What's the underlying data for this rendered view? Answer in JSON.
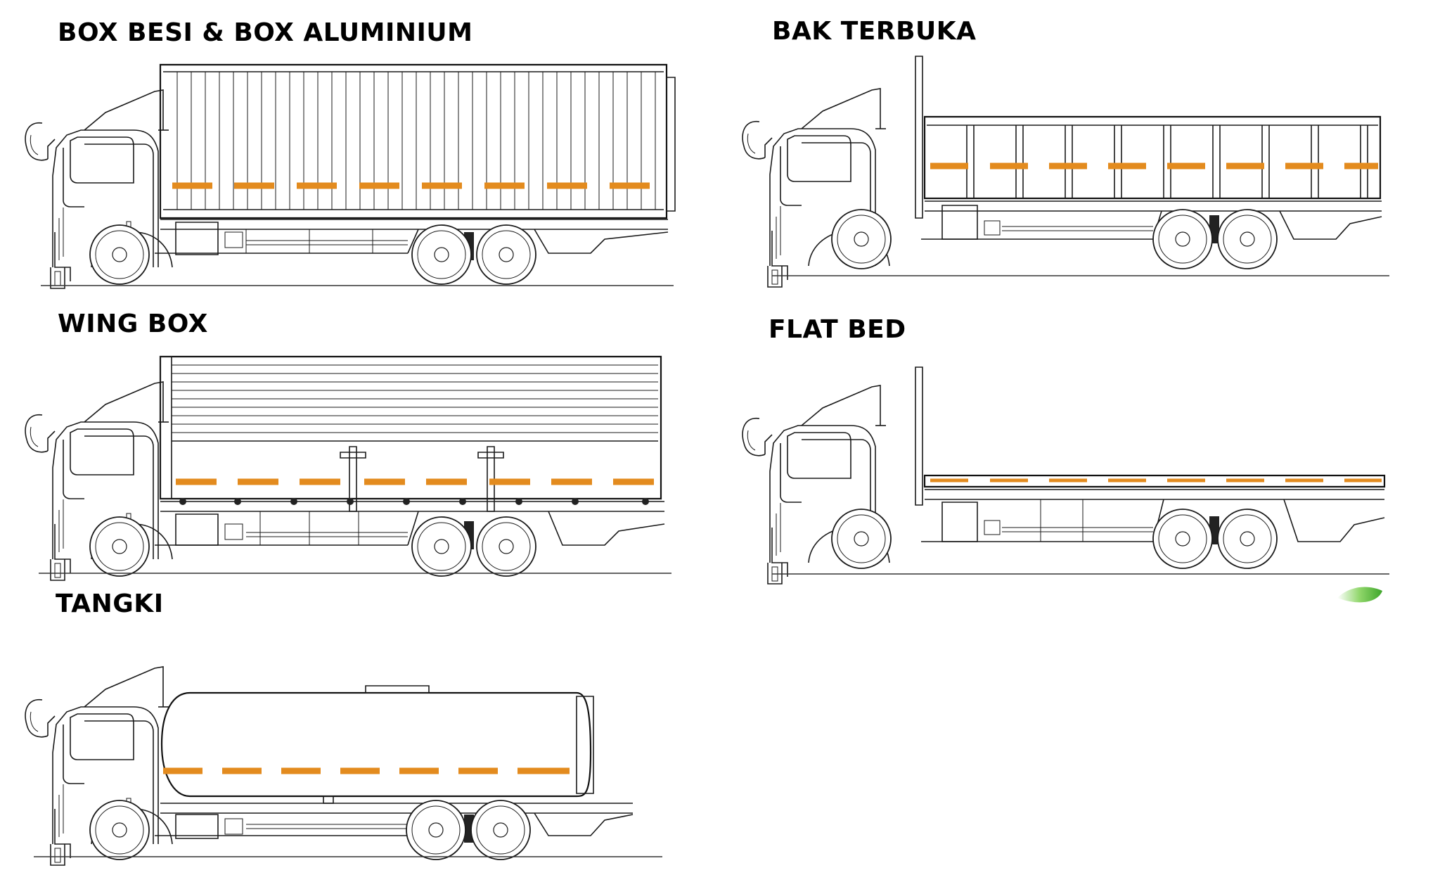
{
  "diagrams": {
    "box": {
      "title": "BOX BESI & BOX ALUMINIUM"
    },
    "bak": {
      "title": "BAK TERBUKA"
    },
    "wing": {
      "title": "WING BOX"
    },
    "flat": {
      "title": "FLAT BED"
    },
    "tangki": {
      "title": "TANGKI"
    }
  },
  "colors": {
    "reflector_stripe": "#e38b1e",
    "line_art": "#1a1a1a",
    "leaf_logo": "#5cbf3a"
  }
}
